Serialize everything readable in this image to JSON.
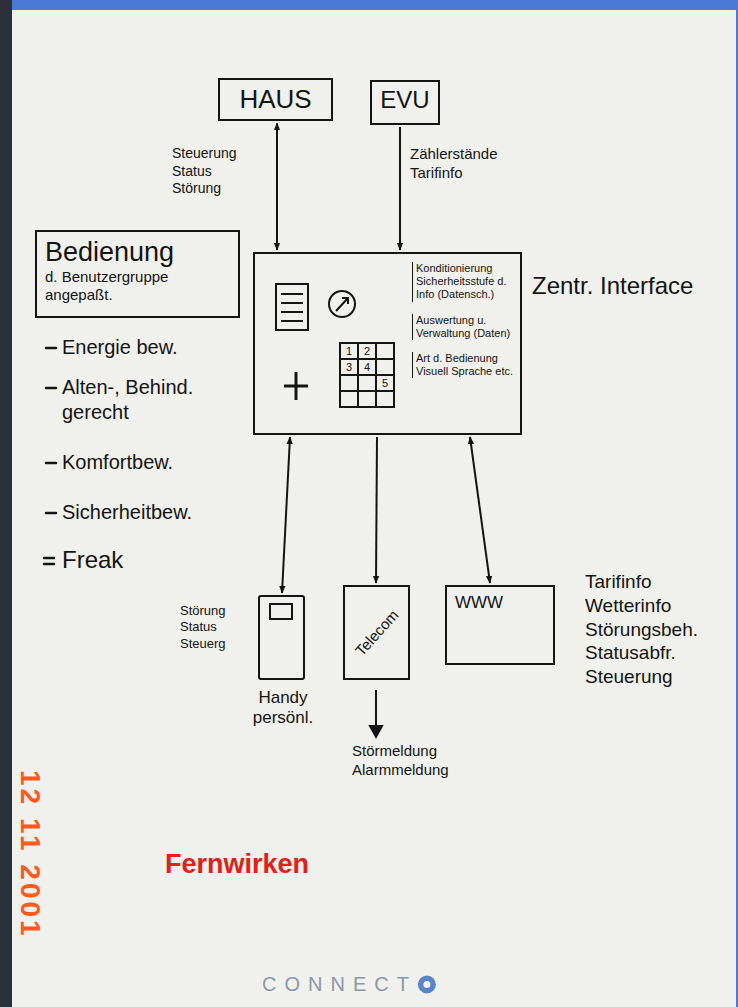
{
  "diagram": {
    "nodes": [
      {
        "text": [
          "HAUS"
        ]
      },
      {
        "text": [
          "EVU"
        ]
      },
      {
        "text": [
          "Bedienung",
          "d. Benutzergruppe angepaßt."
        ]
      },
      {
        "text": [
          "Zentr. Interface",
          "Konditionierung Sicherheitsstufe d. Info (Datensch.)",
          "Auswertung u. Verwaltung (Daten)",
          "Art d. Bedienung Visuell Sprache etc."
        ]
      },
      {
        "text": [
          "Handy persönl."
        ]
      },
      {
        "text": [
          "Telecom"
        ]
      },
      {
        "text": [
          "WWW"
        ]
      }
    ],
    "edges": [
      {
        "from": 0,
        "to": 3,
        "arrow": "both",
        "label": "Steuerung Status Störung"
      },
      {
        "from": 1,
        "to": 3,
        "arrow": "to",
        "label": "Zählerstände Tarifinfo"
      },
      {
        "from": 3,
        "to": 4,
        "arrow": "both"
      },
      {
        "from": 3,
        "to": 5,
        "arrow": "to"
      },
      {
        "from": 3,
        "to": 6,
        "arrow": "both"
      }
    ],
    "labels": [
      "Energie bew.",
      "Alten-, Behind. gerecht",
      "Komfortbew.",
      "Sicherheitbew.",
      "Freak",
      "1",
      "2",
      "3",
      "4",
      "5",
      "Störung Status Steuerg",
      "Tarifinfo Wetterinfo Störungsbeh. Statusabfr. Steuerung",
      "Störmeldung Alarmmeldung",
      "Fernwirken",
      "12 11 2001",
      "CONNECT"
    ]
  }
}
